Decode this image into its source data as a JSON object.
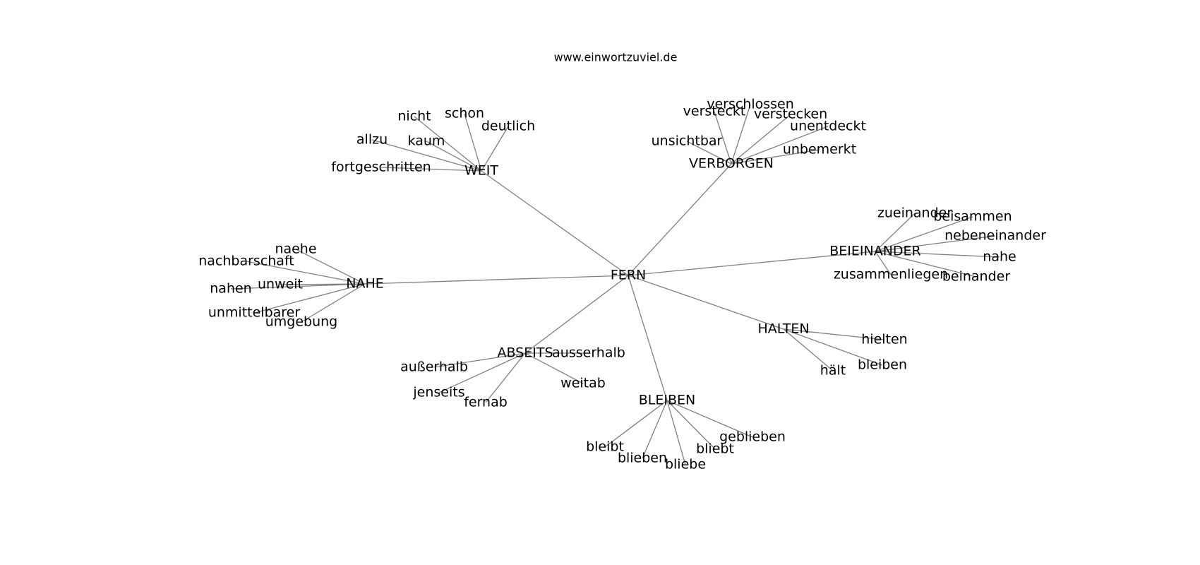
{
  "site": "www.einwortzuviel.de",
  "graph": {
    "root": "FERN",
    "hubs": [
      {
        "label": "WEIT",
        "words": [
          "fortgeschritten",
          "allzu",
          "kaum",
          "nicht",
          "schon",
          "deutlich"
        ]
      },
      {
        "label": "VERBORGEN",
        "words": [
          "unsichtbar",
          "versteckt",
          "verschlossen",
          "verstecken",
          "unentdeckt",
          "unbemerkt"
        ]
      },
      {
        "label": "BEIEINANDER",
        "words": [
          "zueinander",
          "beisammen",
          "nebeneinander",
          "nahe",
          "beinander",
          "zusammenliegen"
        ]
      },
      {
        "label": "NAHE",
        "words": [
          "naehe",
          "nachbarschaft",
          "unweit",
          "nahen",
          "unmittelbarer",
          "umgebung"
        ]
      },
      {
        "label": "HALTEN",
        "words": [
          "hielten",
          "bleiben",
          "hält"
        ]
      },
      {
        "label": "ABSEITS",
        "words": [
          "ausserhalb",
          "weitab",
          "fernab",
          "jenseits",
          "außerhalb"
        ]
      },
      {
        "label": "BLEIBEN",
        "words": [
          "geblieben",
          "bliebt",
          "bliebe",
          "blieben",
          "bleibt"
        ]
      }
    ]
  }
}
